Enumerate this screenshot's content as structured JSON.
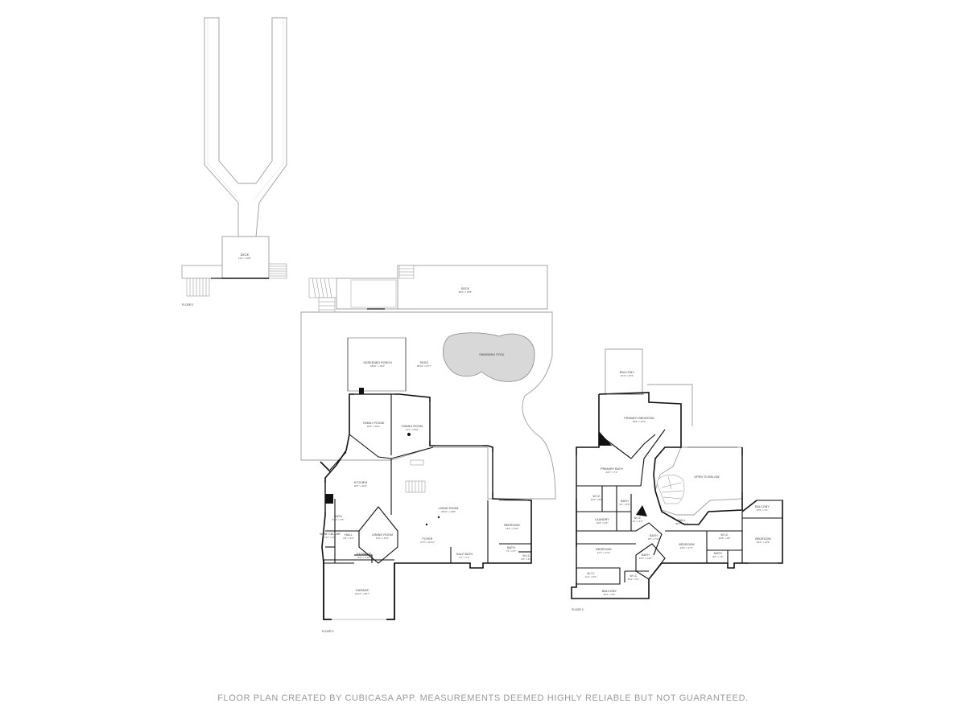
{
  "floors": {
    "floor1": {
      "label": "FLOOR 1"
    },
    "floor2": {
      "label": "FLOOR 2"
    },
    "floor3": {
      "label": "FLOOR 3"
    }
  },
  "rooms": {
    "deck_upper": {
      "name": "DECK",
      "dims": "11'3\" x 16'8\""
    },
    "deck_lower": {
      "name": "DECK",
      "dims": "50'0\" x 15'8\""
    },
    "swimming_pool": {
      "name": "SWIMMING POOL"
    },
    "patio": {
      "name": "PATIO",
      "dims": "86'10\" x 87'7\""
    },
    "screened_porch": {
      "name": "SCREENED PORCH",
      "dims": "18'10\" x 16'2\""
    },
    "family_room": {
      "name": "FAMILY ROOM",
      "dims": "19'6\" x 20'3\""
    },
    "dining_room_1": {
      "name": "DINING ROOM",
      "dims": "11'1\" x 8'10\""
    },
    "kitchen": {
      "name": "KITCHEN",
      "dims": "18'7\" x 20'2\""
    },
    "living_room": {
      "name": "LIVING ROOM",
      "dims": "26'10\" x 19'8\""
    },
    "bath_1": {
      "name": "BATH",
      "dims": "8'10\" x 7'5\""
    },
    "hall": {
      "name": "HALL",
      "dims": "8'3\" x 3'4\""
    },
    "wine_cellar": {
      "name": "WINE CELLAR",
      "dims": "6'11\" x 3'6\""
    },
    "dining_room_2": {
      "name": "DINING ROOM",
      "dims": "13'0\" x 14'4\""
    },
    "storage": {
      "name": "STORAGE",
      "dims": "3'11\" x 3'10\""
    },
    "foyer": {
      "name": "FOYER",
      "dims": "27'6\" x 10'11\""
    },
    "half_bath": {
      "name": "HALF BATH",
      "dims": "5'1\" x 7'4\""
    },
    "bedroom_1": {
      "name": "BEDROOM",
      "dims": "13'6\" x 21'6\""
    },
    "bath_2": {
      "name": "BATH",
      "dims": "7'1\" x 6'7\""
    },
    "closet_1": {
      "name": "W.I.C",
      "dims": "5'0\" x 4'9\""
    },
    "garage": {
      "name": "GARAGE",
      "dims": "24'11\" x 28'7\""
    },
    "balcony_top": {
      "name": "BALCONY",
      "dims": "15'4\" x 15'2\""
    },
    "primary_bedroom": {
      "name": "PRIMARY BEDROOM",
      "dims": "26'8\" x 23'2\""
    },
    "primary_bath": {
      "name": "PRIMARY BATH",
      "dims": "22'2\" x 7'1\""
    },
    "open_to_below": {
      "name": "OPEN TO BELOW"
    },
    "wic_2": {
      "name": "W.I.C",
      "dims": "10'1\" x 8'6\""
    },
    "bath_3": {
      "name": "BATH",
      "dims": "6'1\" x 8'6\""
    },
    "laundry": {
      "name": "LAUNDRY",
      "dims": "10'6\" x 6'6\""
    },
    "wic_3": {
      "name": "W.I.C",
      "dims": "4'1\" x 3'3\""
    },
    "hall_2": {
      "name": "HALL",
      "dims": "25'2\" x 3'11\""
    },
    "bath_4": {
      "name": "BATH",
      "dims": "9'5\" x 7'11\""
    },
    "bath_5": {
      "name": "BATH",
      "dims": "13'0\" x 14'6\""
    },
    "bedroom_2": {
      "name": "BEDROOM",
      "dims": "21'1\" x 17'3\""
    },
    "wic_4": {
      "name": "W.I.C",
      "dims": "11'1\" x 8'2\""
    },
    "wic_5": {
      "name": "W.I.C",
      "dims": "8'11\" x 5'1\""
    },
    "balcony_bottom": {
      "name": "BALCONY",
      "dims": "20'2\" x 6'9\""
    },
    "bedroom_3": {
      "name": "BEDROOM",
      "dims": "13'6\" x 17'7\""
    },
    "wic_6": {
      "name": "W.I.C",
      "dims": "10'8\" x 3'8\""
    },
    "bath_6": {
      "name": "BATH",
      "dims": "8'0\" x 7'6\""
    },
    "balcony_right": {
      "name": "BALCONY",
      "dims": "10'5\" x 4'1\""
    },
    "bedroom_4": {
      "name": "BEDROOM",
      "dims": "23'6\" x 18'9\""
    }
  },
  "footer": {
    "credit": "FLOOR PLAN CREATED BY CUBICASA APP. MEASUREMENTS DEEMED HIGHLY RELIABLE BUT NOT GUARANTEED."
  },
  "colors": {
    "wall": "#111111",
    "outline": "#9c9c9c",
    "fill": "#ffffff",
    "pool": "#d8d8d8",
    "footer_text": "#9a9a9a"
  }
}
